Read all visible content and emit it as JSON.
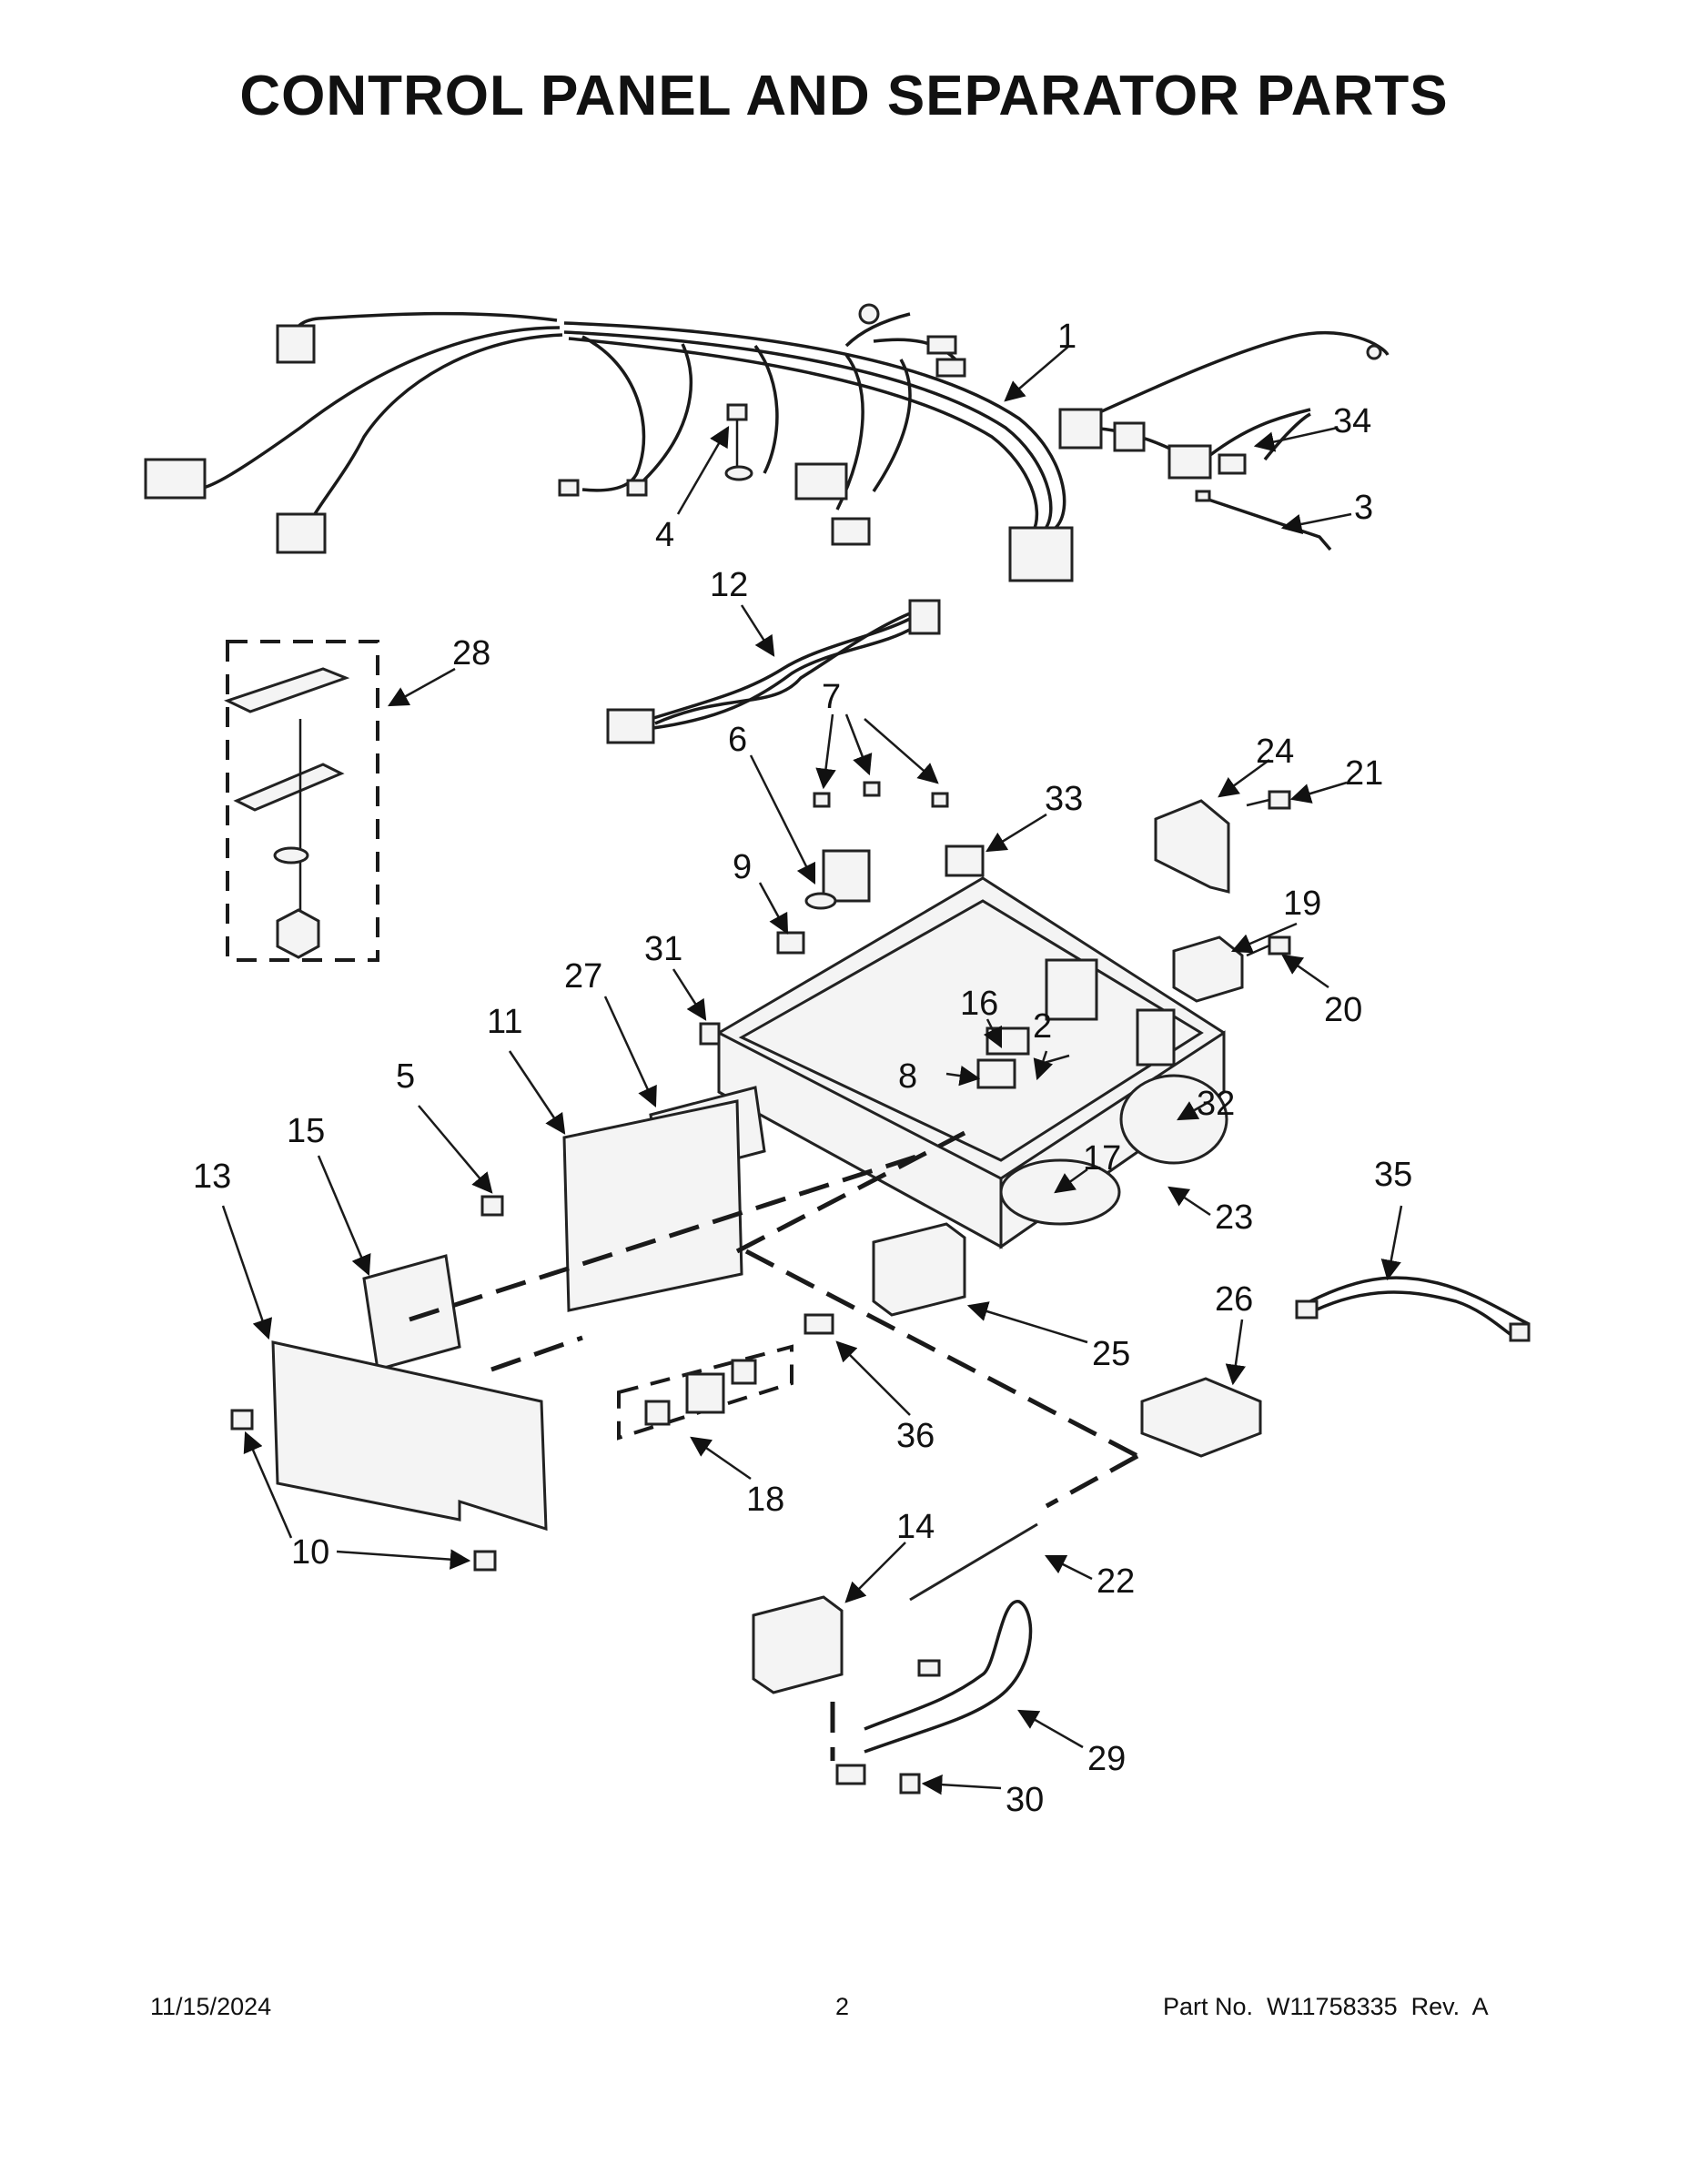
{
  "title": "CONTROL PANEL AND SEPARATOR PARTS",
  "footer": {
    "date": "11/15/2024",
    "page": "2",
    "part_number": "Part No.  W11758335  Rev.  A"
  },
  "callouts": [
    "1",
    "34",
    "3",
    "4",
    "12",
    "28",
    "7",
    "6",
    "33",
    "24",
    "21",
    "9",
    "19",
    "20",
    "31",
    "27",
    "16",
    "2",
    "11",
    "5",
    "8",
    "32",
    "15",
    "17",
    "13",
    "23",
    "35",
    "25",
    "26",
    "36",
    "18",
    "10",
    "14",
    "22",
    "29",
    "30"
  ]
}
